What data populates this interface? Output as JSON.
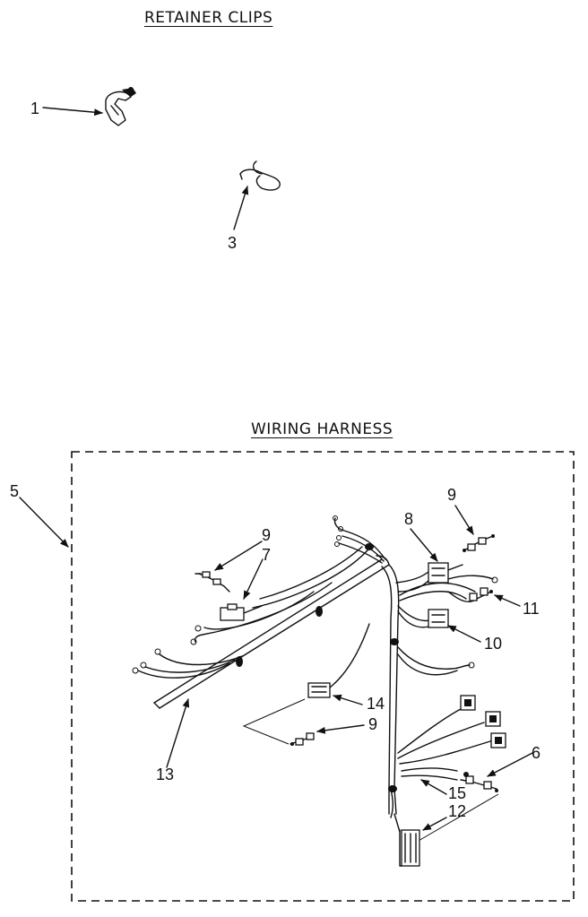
{
  "sections": {
    "retainer_clips": "RETAINER CLIPS",
    "wiring_harness": "WIRING HARNESS"
  },
  "callouts": {
    "c1": "1",
    "c3": "3",
    "c5": "5",
    "c9a": "9",
    "c7": "7",
    "c8": "8",
    "c9b": "9",
    "c11": "11",
    "c10": "10",
    "c14": "14",
    "c9c": "9",
    "c13": "13",
    "c6": "6",
    "c15": "15",
    "c12": "12"
  }
}
